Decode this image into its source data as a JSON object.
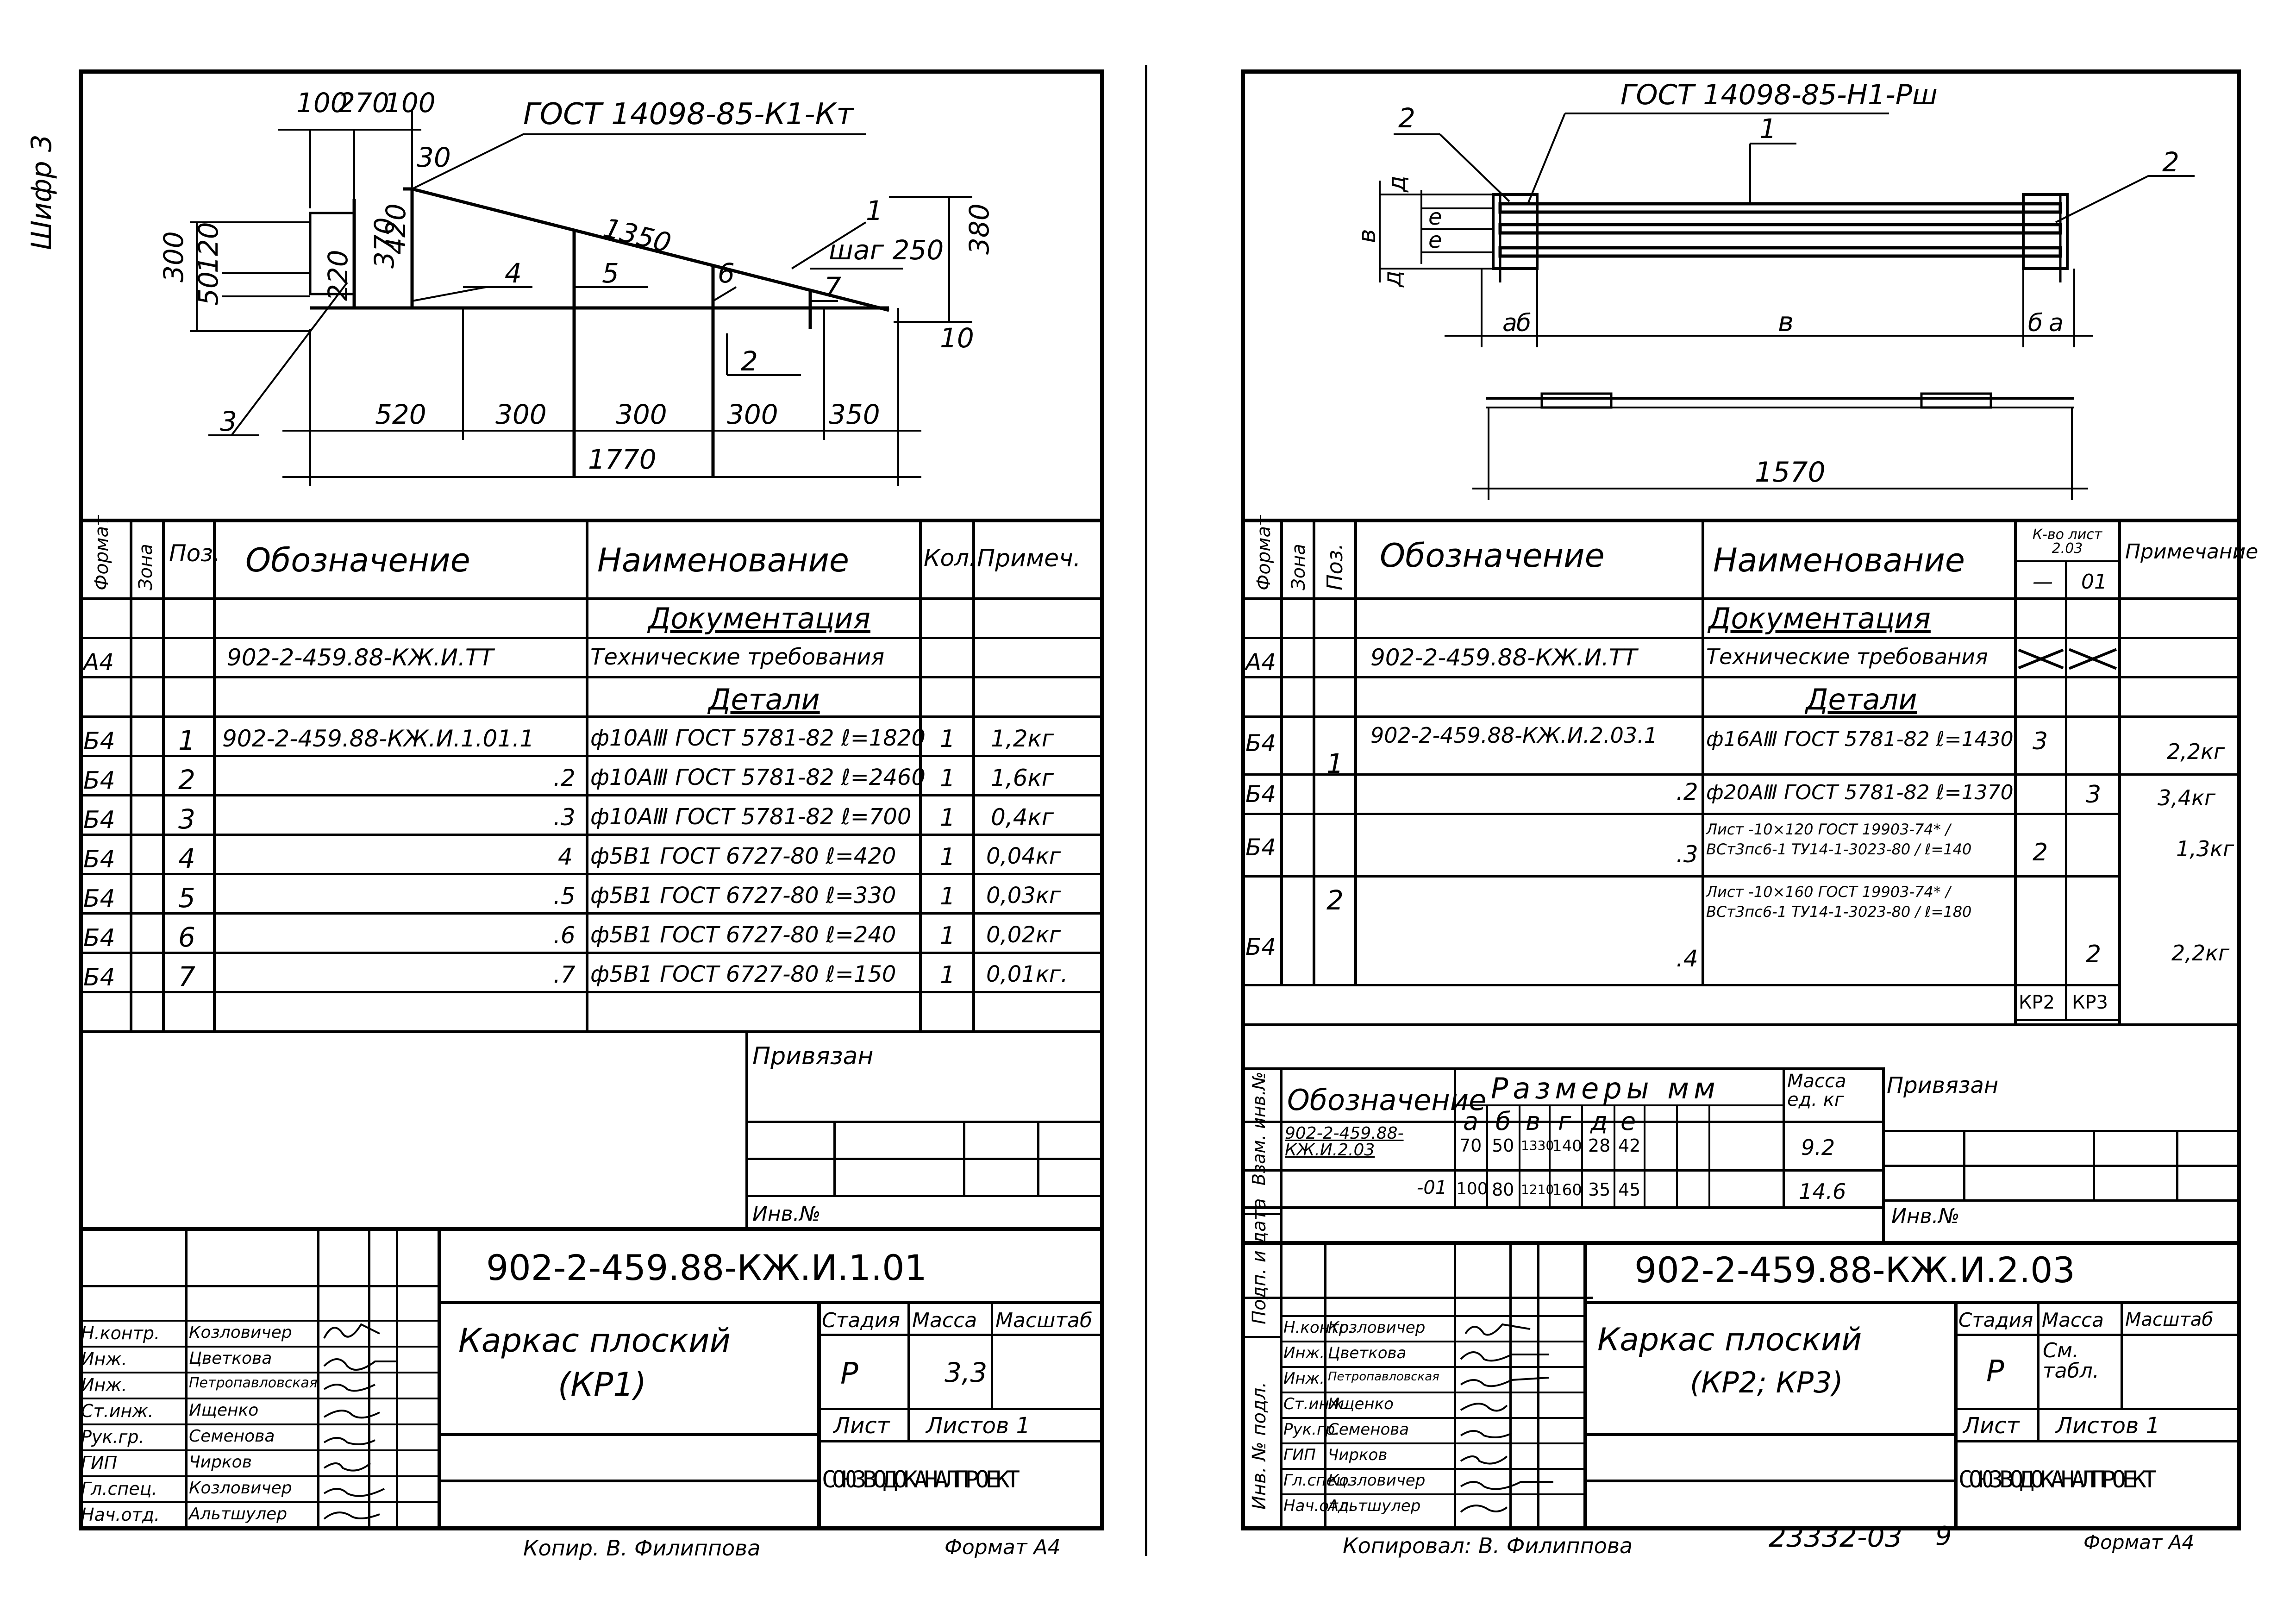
{
  "left": {
    "side_label": "Шифр 3",
    "drawing": {
      "gost": "ГОСТ 14098-85-К1-Кт",
      "top_dims": [
        "100",
        "270",
        "100"
      ],
      "dim_30": "30",
      "left_dims": [
        "300",
        "120",
        "50",
        "220",
        "370",
        "420"
      ],
      "dim_1350": "1350",
      "step": "шаг 250",
      "dim_380": "380",
      "dim_10": "10",
      "pos_labels": [
        "1",
        "2",
        "3",
        "4",
        "5",
        "6",
        "7"
      ],
      "bottom_dims": [
        "520",
        "300",
        "300",
        "300",
        "350"
      ],
      "total": "1770"
    },
    "spec": {
      "headers": {
        "format": "Формат",
        "zone": "Зона",
        "pos": "Поз.",
        "designation": "Обозначение",
        "name": "Наименование",
        "qty": "Кол.",
        "note": "Примеч."
      },
      "section_doc": "Документация",
      "doc_row": {
        "format": "А4",
        "designation": "902-2-459.88-КЖ.И.ТТ",
        "name": "Технические требования"
      },
      "section_parts": "Детали",
      "rows": [
        {
          "format": "Б4",
          "pos": "1",
          "designation": "902-2-459.88-КЖ.И.1.01.1",
          "name": "ф10АⅢ ГОСТ 5781-82 ℓ=1820",
          "qty": "1",
          "note": "1,2кг"
        },
        {
          "format": "Б4",
          "pos": "2",
          "designation": ".2",
          "name": "ф10АⅢ ГОСТ 5781-82 ℓ=2460",
          "qty": "1",
          "note": "1,6кг"
        },
        {
          "format": "Б4",
          "pos": "3",
          "designation": ".3",
          "name": "ф10АⅢ ГОСТ 5781-82 ℓ=700",
          "qty": "1",
          "note": "0,4кг"
        },
        {
          "format": "Б4",
          "pos": "4",
          "designation": "4",
          "name": "ф5В1 ГОСТ 6727-80 ℓ=420",
          "qty": "1",
          "note": "0,04кг"
        },
        {
          "format": "Б4",
          "pos": "5",
          "designation": ".5",
          "name": "ф5В1 ГОСТ 6727-80 ℓ=330",
          "qty": "1",
          "note": "0,03кг"
        },
        {
          "format": "Б4",
          "pos": "6",
          "designation": ".6",
          "name": "ф5В1 ГОСТ 6727-80 ℓ=240",
          "qty": "1",
          "note": "0,02кг"
        },
        {
          "format": "Б4",
          "pos": "7",
          "designation": ".7",
          "name": "ф5В1 ГОСТ 6727-80 ℓ=150",
          "qty": "1",
          "note": "0,01кг."
        }
      ]
    },
    "privyazan": "Привязан",
    "inv": "Инв.№",
    "code": "902-2-459.88-КЖ.И.1.01",
    "title_line1": "Каркас плоский",
    "title_line2": "(КР1)",
    "stage_label": "Стадия",
    "mass_label": "Масса",
    "scale_label": "Масштаб",
    "stage": "Р",
    "mass": "3,3",
    "sheet_label": "Лист",
    "sheets_label": "Листов 1",
    "org": "СОЮЗВОДОКАНАЛПРОЕКТ",
    "roles": [
      "Н.контр.",
      "Инж.",
      "Инж.",
      "Ст.инж.",
      "Рук.гр.",
      "ГИП",
      "Гл.спец.",
      "Нач.отд."
    ],
    "names": [
      "Козловичер",
      "Цветкова",
      "Петропавловская",
      "Ищенко",
      "Семенова",
      "Чирков",
      "Козловичер",
      "Альтшулер"
    ],
    "copied": "Копир.   В. Филиппова",
    "format": "Формат А4"
  },
  "right": {
    "drawing": {
      "gost": "ГОСТ 14098-85-Н1-Рш",
      "labels": [
        "2",
        "1",
        "2"
      ],
      "left_dims": [
        "д",
        "в",
        "е",
        "е",
        "д"
      ],
      "bottom_dims": [
        "а",
        "б",
        "в",
        "б",
        "а"
      ],
      "total": "1570"
    },
    "spec": {
      "headers": {
        "format": "Формат",
        "zone": "Зона",
        "pos": "Поз.",
        "designation": "Обозначение",
        "name": "Наименование",
        "qty": "К-во лист 2.03",
        "sub1": "—",
        "sub2": "01",
        "note": "Примечание"
      },
      "section_doc": "Документация",
      "doc_row": {
        "format": "А4",
        "designation": "902-2-459.88-КЖ.И.ТТ",
        "name": "Технические требования"
      },
      "section_parts": "Детали",
      "rows": [
        {
          "format": "Б4",
          "pos": "1",
          "designation": "902-2-459.88-КЖ.И.2.03.1",
          "name": "ф16АⅢ ГОСТ 5781-82 ℓ=1430",
          "q1": "3",
          "q2": "",
          "note": "2,2кг"
        },
        {
          "format": "Б4",
          "pos": "",
          "designation": ".2",
          "name": "ф20АⅢ ГОСТ 5781-82 ℓ=1370",
          "q1": "",
          "q2": "3",
          "note": "3,4кг"
        },
        {
          "format": "Б4",
          "pos": "2",
          "designation": ".3",
          "name": "Лист -10×120 ГОСТ 19903-74* / ВСт3пс6-1 ТУ14-1-3023-80 / ℓ=140",
          "q1": "2",
          "q2": "",
          "note": "1,3кг"
        },
        {
          "format": "Б4",
          "pos": "",
          "designation": ".4",
          "name": "Лист -10×160 ГОСТ 19903-74* / ВСт3пс6-1 ТУ14-1-3023-80 / ℓ=180",
          "q1": "",
          "q2": "2",
          "note": "2,2кг"
        }
      ],
      "footer": [
        "КР2",
        "КР3"
      ]
    },
    "sizes": {
      "designation_label": "Обозначение",
      "sizes_label": "Размеры мм",
      "mass_label": "Масса ед. кг",
      "cols": [
        "а",
        "б",
        "в",
        "г",
        "д",
        "е"
      ],
      "rows": [
        {
          "designation": "902-2-459.88-КЖ.И.2.03",
          "vals": [
            "70",
            "50",
            "1330",
            "140",
            "28",
            "42"
          ],
          "mass": "9.2"
        },
        {
          "designation": "-01",
          "vals": [
            "100",
            "80",
            "1210",
            "160",
            "35",
            "45"
          ],
          "mass": "14.6"
        }
      ]
    },
    "privyazan": "Привязан",
    "inv": "Инв.№",
    "side_stamp": [
      "Взам. инв.№",
      "Подп. и дата",
      "Инв. № подл."
    ],
    "code": "902-2-459.88-КЖ.И.2.03",
    "title_line1": "Каркас плоский",
    "title_line2": "(КР2; КР3)",
    "stage_label": "Стадия",
    "mass_label": "Масса",
    "scale_label": "Масштаб",
    "stage": "Р",
    "mass": "См. табл.",
    "sheet_label": "Лист",
    "sheets_label": "Листов 1",
    "org": "СОЮЗВОДОКАНАЛПРОЕКТ",
    "roles": [
      "Н.контр.",
      "Инж.",
      "Инж.",
      "Ст.инж.",
      "Рук.гр.",
      "ГИП",
      "Гл.спец.",
      "Нач.отд."
    ],
    "names": [
      "Козловичер",
      "Цветкова",
      "Петропавловская",
      "Ищенко",
      "Семенова",
      "Чирков",
      "Козловичер",
      "Альтшулер"
    ],
    "copied": "Копировал:   В. Филиппова",
    "number": "23332-03",
    "page": "9",
    "format": "Формат А4"
  }
}
